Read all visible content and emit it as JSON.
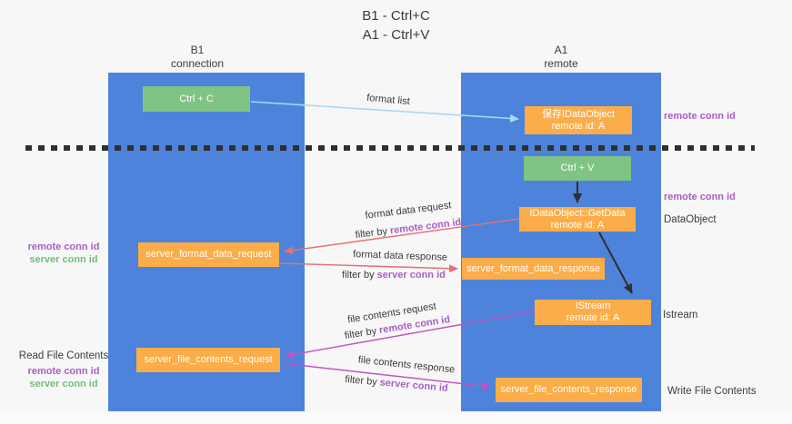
{
  "title": {
    "line1": "B1 - Ctrl+C",
    "line2": "A1 - Ctrl+V"
  },
  "columns": {
    "left": {
      "name": "B1",
      "role": "connection"
    },
    "right": {
      "name": "A1",
      "role": "remote"
    }
  },
  "nodes": {
    "ctrl_c": {
      "label": "Ctrl + C"
    },
    "ctrl_v": {
      "label": "Ctrl + V"
    },
    "save_dataobject": {
      "line1": "保存IDataObject",
      "line2": "remote id: A"
    },
    "getdata": {
      "line1": "IDataObject::GetData",
      "line2": "remote id: A"
    },
    "istream": {
      "line1": "IStream",
      "line2": "remote id: A"
    },
    "server_format_data_request": {
      "label": "server_format_data_request"
    },
    "server_format_data_response": {
      "label": "server_format_data_response"
    },
    "server_file_contents_request": {
      "label": "server_file_contents_request"
    },
    "server_file_contents_response": {
      "label": "server_file_contents_response"
    }
  },
  "side_labels": {
    "right": {
      "remote_conn_id_top": "remote conn id",
      "remote_conn_id_mid": "remote conn id",
      "dataobject": "DataObject",
      "istream": "Istream",
      "write_file_contents": "Write File Contents"
    },
    "left": {
      "remote_conn_id_1": "remote conn id",
      "server_conn_id_1": "server conn id",
      "read_file_contents": "Read File Contents",
      "remote_conn_id_2": "remote conn id",
      "server_conn_id_2": "server conn id"
    }
  },
  "flows": {
    "format_list": {
      "label": "format list"
    },
    "format_data_request": {
      "label": "format data request",
      "filter_prefix": "filter by ",
      "filter_id": "remote conn id"
    },
    "format_data_response": {
      "label": "format data response",
      "filter_prefix": "filter by ",
      "filter_id": "server conn id"
    },
    "file_contents_request": {
      "label": "file contents request",
      "filter_prefix": "filter by ",
      "filter_id": "remote conn id"
    },
    "file_contents_response": {
      "label": "file contents response",
      "filter_prefix": "filter by ",
      "filter_id": "server conn id"
    }
  },
  "colors": {
    "background": "#f7f7f7",
    "column_blue": "#4d83da",
    "box_green": "#80c483",
    "box_orange": "#fbad49",
    "arrow_red": "#e86f72",
    "arrow_magenta": "#c353c3",
    "arrow_blue": "#aed7f3",
    "arrow_black": "#2f2f2f",
    "text_purple": "#a95ec6",
    "text_green": "#74bf76",
    "text_dark": "#3b3b3b"
  }
}
